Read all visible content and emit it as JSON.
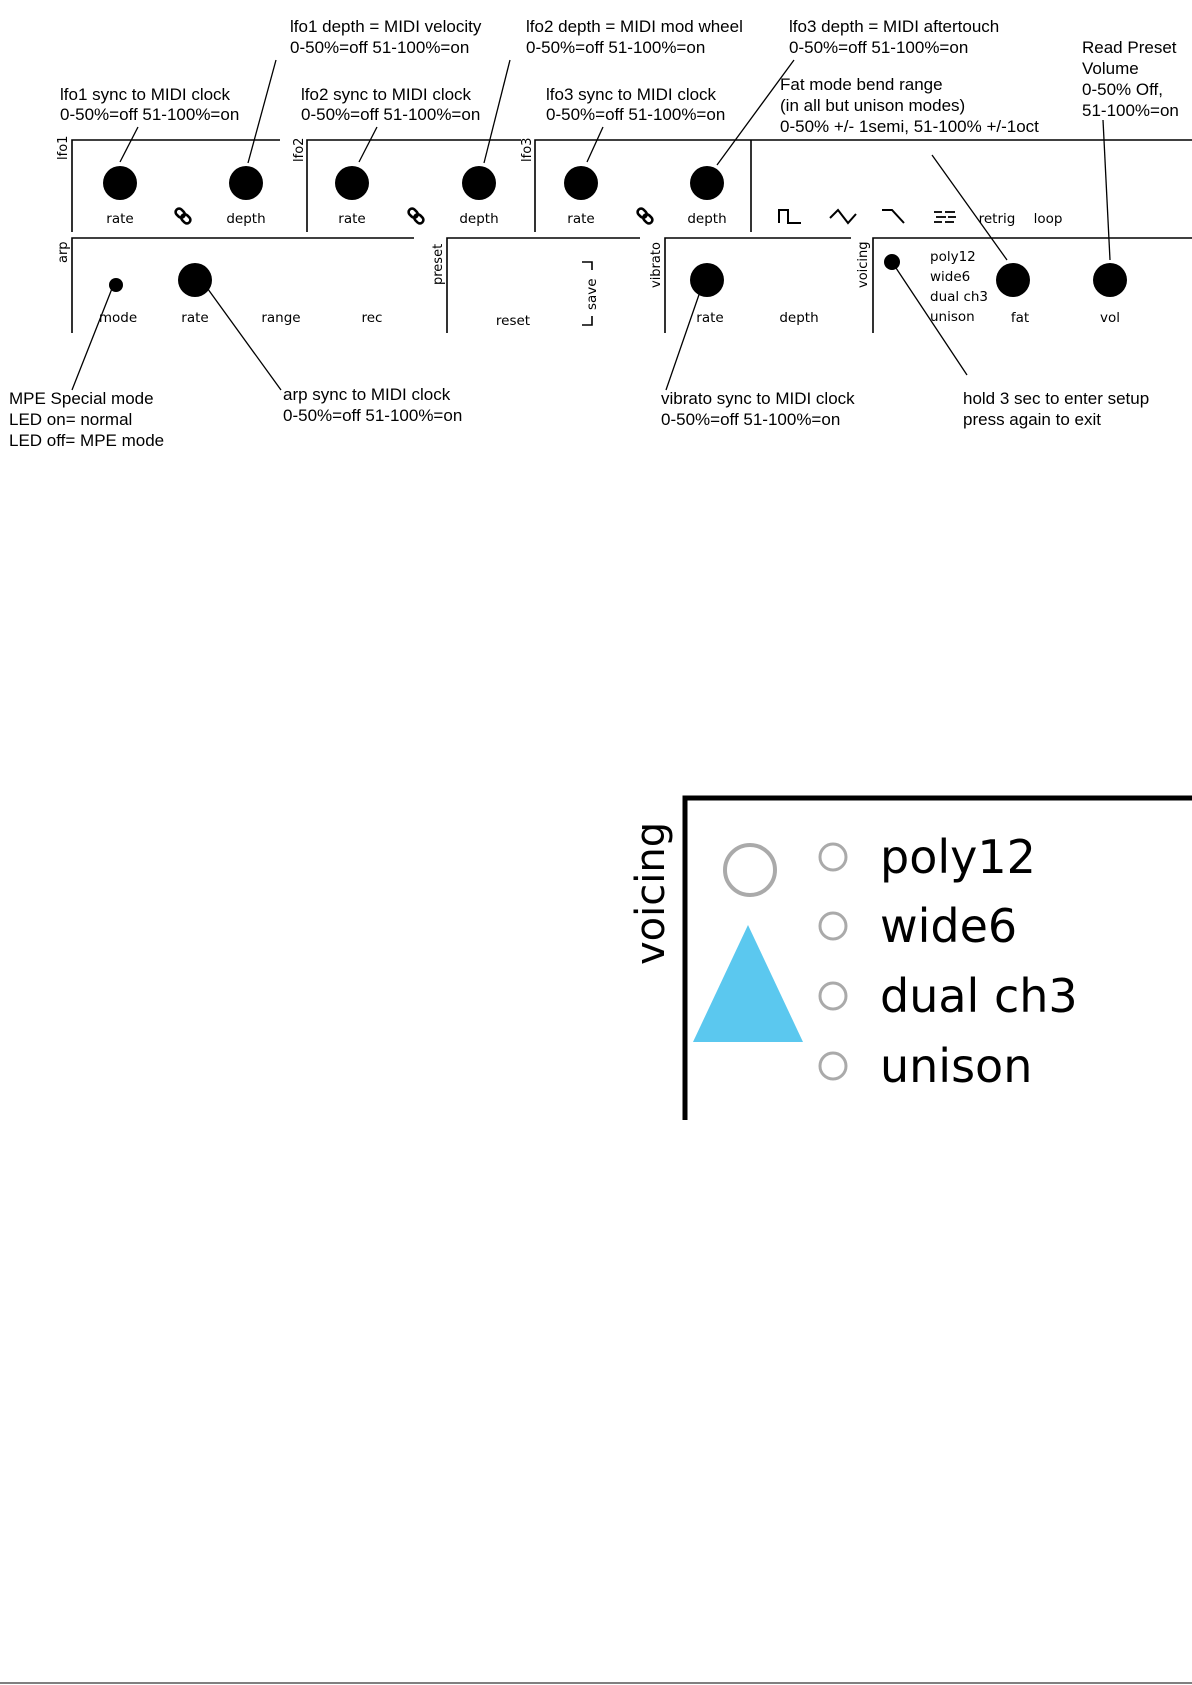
{
  "annotations": {
    "lfo1_sync": [
      "lfo1 sync to MIDI clock",
      "0-50%=off  51-100%=on"
    ],
    "lfo1_depth": [
      "lfo1 depth = MIDI velocity",
      "0-50%=off  51-100%=on"
    ],
    "lfo2_sync": [
      "lfo2 sync to MIDI clock",
      "0-50%=off  51-100%=on"
    ],
    "lfo2_depth": [
      "lfo2 depth = MIDI mod wheel",
      "0-50%=off  51-100%=on"
    ],
    "lfo3_sync": [
      "lfo3 sync to MIDI clock",
      "0-50%=off  51-100%=on"
    ],
    "lfo3_depth": [
      "lfo3 depth = MIDI aftertouch",
      "0-50%=off  51-100%=on"
    ],
    "fat_bend": [
      "Fat mode bend range",
      "(in all but unison modes)",
      "0-50% +/- 1semi, 51-100% +/-1oct"
    ],
    "read_vol": [
      "Read Preset",
      "Volume",
      "0-50% Off,",
      "51-100%=on"
    ],
    "mpe": [
      "MPE Special mode",
      "LED on= normal",
      "LED off= MPE mode"
    ],
    "arp_sync": [
      "arp sync to MIDI clock",
      "0-50%=off  51-100%=on"
    ],
    "vib_sync": [
      "vibrato sync to MIDI clock",
      "0-50%=off  51-100%=on"
    ],
    "hold": [
      "hold 3 sec to enter setup",
      "press again to exit"
    ]
  },
  "panel": {
    "sections": {
      "lfo1": "lfo1",
      "lfo2": "lfo2",
      "lfo3": "lfo3",
      "arp": "arp",
      "preset": "preset",
      "vibrato": "vibrato",
      "voicing": "voicing"
    },
    "labels": {
      "rate": "rate",
      "depth": "depth",
      "retrig": "retrig",
      "loop": "loop",
      "mode": "mode",
      "range": "range",
      "rec": "rec",
      "reset": "reset",
      "save": "save",
      "fat": "fat",
      "vol": "vol"
    },
    "voicing_options": [
      "poly12",
      "wide6",
      "dual ch3",
      "unison"
    ]
  },
  "zoom": {
    "title": "voicing",
    "options": [
      "poly12",
      "wide6",
      "dual ch3",
      "unison"
    ],
    "indicator_color": "#5bc8ef",
    "led_ring_color": "#aaaaaa"
  }
}
